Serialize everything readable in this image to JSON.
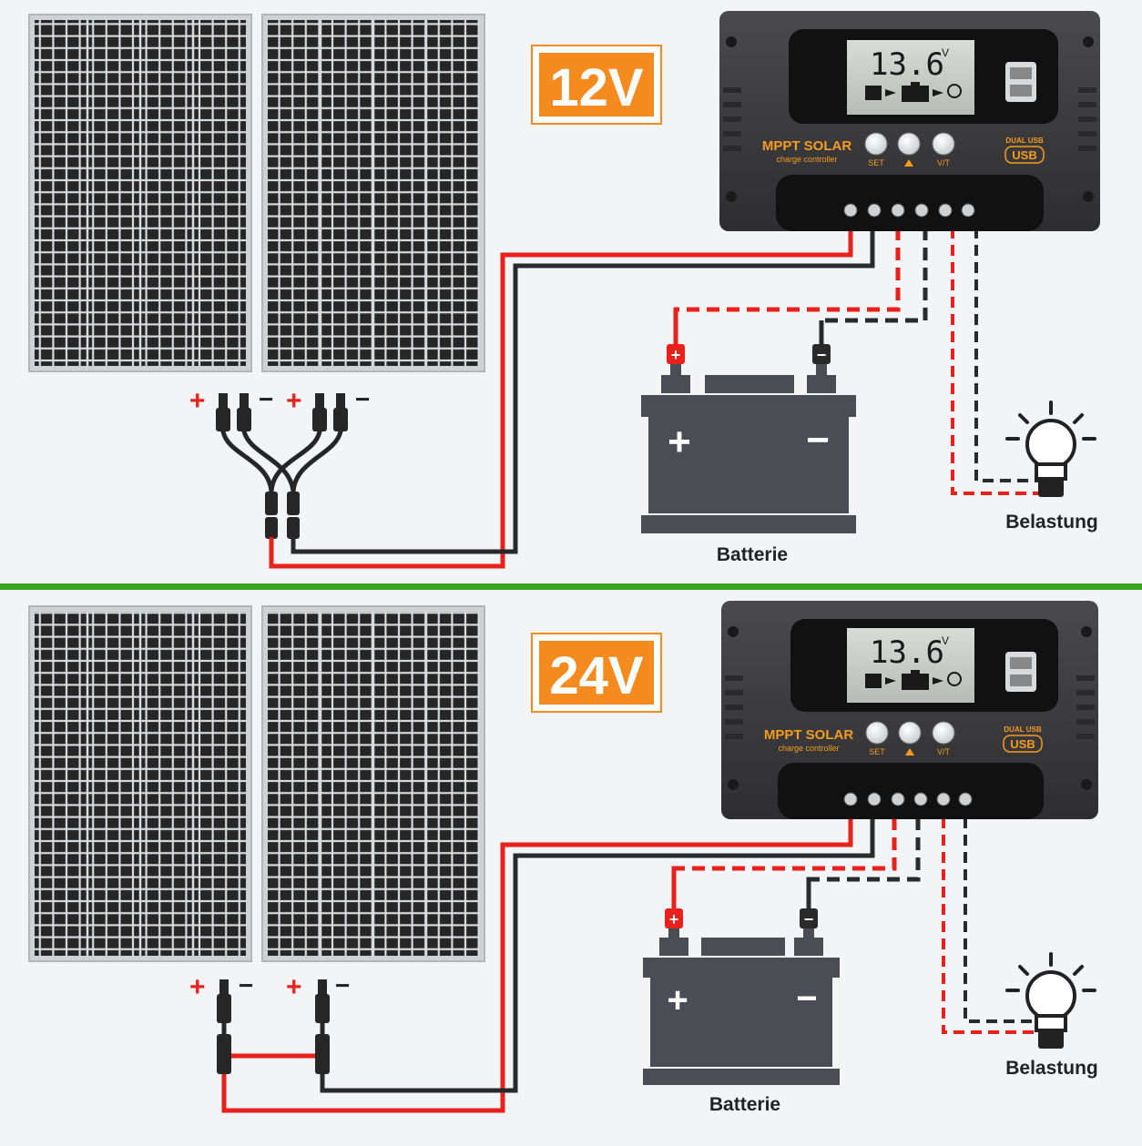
{
  "colors": {
    "background": "#f3f4f6",
    "divider": "#3aa51c",
    "badge": "#f58a1f",
    "wire_positive": "#e8211d",
    "wire_negative": "#2a2a2a",
    "panel_cell": "#2b2b2b",
    "controller_body": "#3b3b3d",
    "lcd": "#c9ccc8",
    "battery": "#4a4d54"
  },
  "diagrams": [
    {
      "voltage_label": "12V",
      "wiring": "parallel",
      "controller": {
        "display_value": "13.6",
        "display_unit": "V",
        "brand": "MPPT SOLAR",
        "subtitle": "charge controller",
        "button_set": "SET",
        "button_vt": "V/T",
        "usb_caption": "DUAL USB",
        "usb_badge": "USB"
      },
      "panel_polarity": {
        "positive": "+",
        "negative": "−"
      },
      "battery": {
        "label": "Batterie",
        "positive": "+",
        "negative": "−"
      },
      "load": {
        "label": "Belastung"
      }
    },
    {
      "voltage_label": "24V",
      "wiring": "series",
      "controller": {
        "display_value": "13.6",
        "display_unit": "V",
        "brand": "MPPT SOLAR",
        "subtitle": "charge controller",
        "button_set": "SET",
        "button_vt": "V/T",
        "usb_caption": "DUAL USB",
        "usb_badge": "USB"
      },
      "panel_polarity": {
        "positive": "+",
        "negative": "−"
      },
      "battery": {
        "label": "Batterie",
        "positive": "+",
        "negative": "−"
      },
      "load": {
        "label": "Belastung"
      }
    }
  ],
  "icons": [
    "solar-panel-icon",
    "battery-icon",
    "light-bulb-icon",
    "usb-port-icon",
    "mc4-connector-icon",
    "branch-connector-icon"
  ]
}
